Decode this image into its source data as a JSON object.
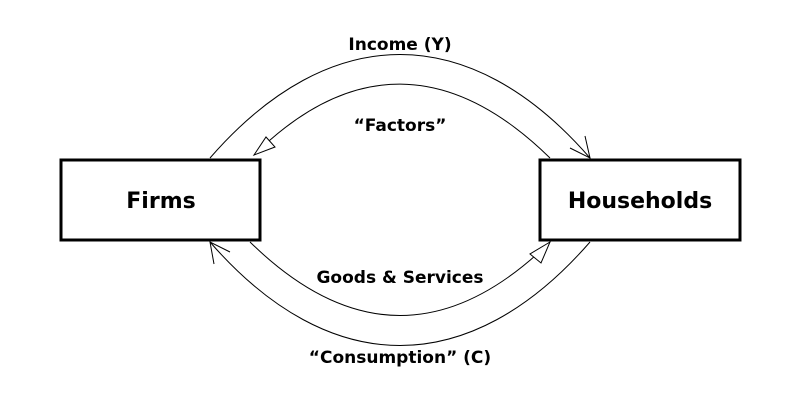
{
  "nodes": {
    "firms": "Firms",
    "households": "Households"
  },
  "flows": {
    "income": "Income (Y)",
    "factors": "“Factors”",
    "goods_services": "Goods & Services",
    "consumption": "“Consumption” (C)"
  }
}
